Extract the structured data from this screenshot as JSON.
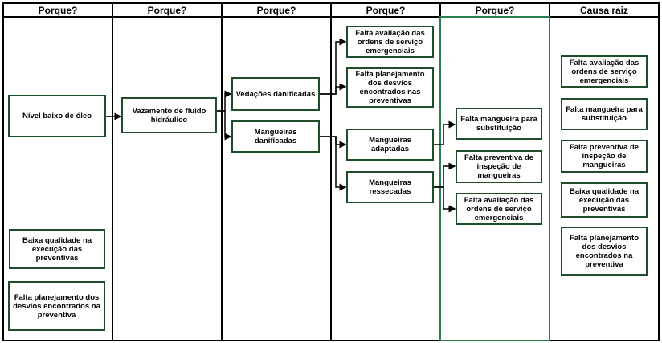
{
  "headers": [
    "Porque?",
    "Porque?",
    "Porque?",
    "Porque?",
    "Porque?",
    "Causa raiz"
  ],
  "nodes": {
    "n_nivel": "Nível baixo de óleo",
    "n_vazamento": "Vazamento de fluído hidráulico",
    "n_vedacoes": "Vedações danificadas",
    "n_mangueiras_danif": "Mangueiras danificadas",
    "n_aval_os_1": "Falta avaliação das ordens de serviço emergenciais",
    "n_plan_desvios_1": "Falta planejamento dos desvios encontrados nas preventivas",
    "n_adaptadas": "Mangueiras adaptadas",
    "n_ressecadas": "Mangueiras ressecadas",
    "n_mang_subst_1": "Falta mangueira para substituição",
    "n_prev_insp_1": "Falta preventiva de inspeção de mangueiras",
    "n_aval_os_2": "Falta avaliação das ordens de serviço emergenciais",
    "n_baixa_qual_1": "Baixa qualidade na execução das preventivas",
    "n_plan_desvios_2": "Falta planejamento dos desvios encontrados na preventiva",
    "r_aval_os": "Falta avaliação das ordens de serviço emergenciais",
    "r_mang_subst": "Falta mangueira para substituição",
    "r_prev_insp": "Falta preventiva de inspeção de mangueiras",
    "r_baixa_qual": "Baixa qualidade na execução das preventivas",
    "r_plan_desvios": "Falta planejamento dos desvios encontrados na preventiva"
  },
  "colors": {
    "box_border": "#1e4d2b",
    "grid_line": "#000000",
    "highlight": "#2e7d4f"
  }
}
